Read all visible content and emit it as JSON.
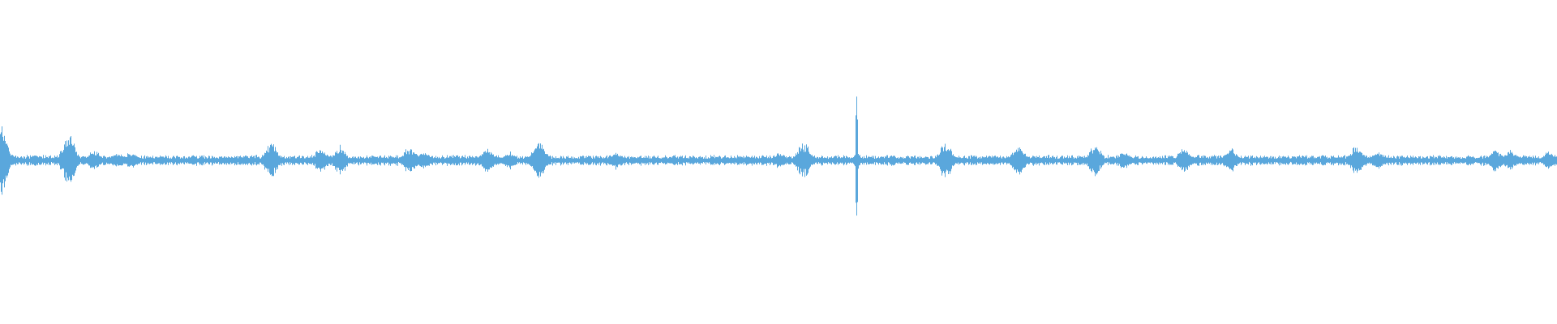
{
  "waveform": {
    "color": "#5aa7dc",
    "background": "#ffffff",
    "baseline_amplitude": 0.035,
    "events": [
      {
        "t": 0.001,
        "amp": 0.22
      },
      {
        "t": 0.044,
        "amp": 0.18
      },
      {
        "t": 0.06,
        "amp": 0.07
      },
      {
        "t": 0.075,
        "amp": 0.05
      },
      {
        "t": 0.084,
        "amp": 0.06
      },
      {
        "t": 0.174,
        "amp": 0.12
      },
      {
        "t": 0.206,
        "amp": 0.08
      },
      {
        "t": 0.218,
        "amp": 0.1
      },
      {
        "t": 0.263,
        "amp": 0.09
      },
      {
        "t": 0.272,
        "amp": 0.06
      },
      {
        "t": 0.313,
        "amp": 0.08
      },
      {
        "t": 0.327,
        "amp": 0.06
      },
      {
        "t": 0.346,
        "amp": 0.14
      },
      {
        "t": 0.395,
        "amp": 0.06
      },
      {
        "t": 0.5,
        "amp": 0.05
      },
      {
        "t": 0.516,
        "amp": 0.12
      },
      {
        "t": 0.55,
        "amp": 0.44
      },
      {
        "t": 0.607,
        "amp": 0.12
      },
      {
        "t": 0.654,
        "amp": 0.1
      },
      {
        "t": 0.703,
        "amp": 0.11
      },
      {
        "t": 0.722,
        "amp": 0.06
      },
      {
        "t": 0.76,
        "amp": 0.08
      },
      {
        "t": 0.79,
        "amp": 0.08
      },
      {
        "t": 0.871,
        "amp": 0.1
      },
      {
        "t": 0.885,
        "amp": 0.06
      },
      {
        "t": 0.96,
        "amp": 0.08
      },
      {
        "t": 0.97,
        "amp": 0.07
      },
      {
        "t": 0.995,
        "amp": 0.06
      }
    ]
  }
}
